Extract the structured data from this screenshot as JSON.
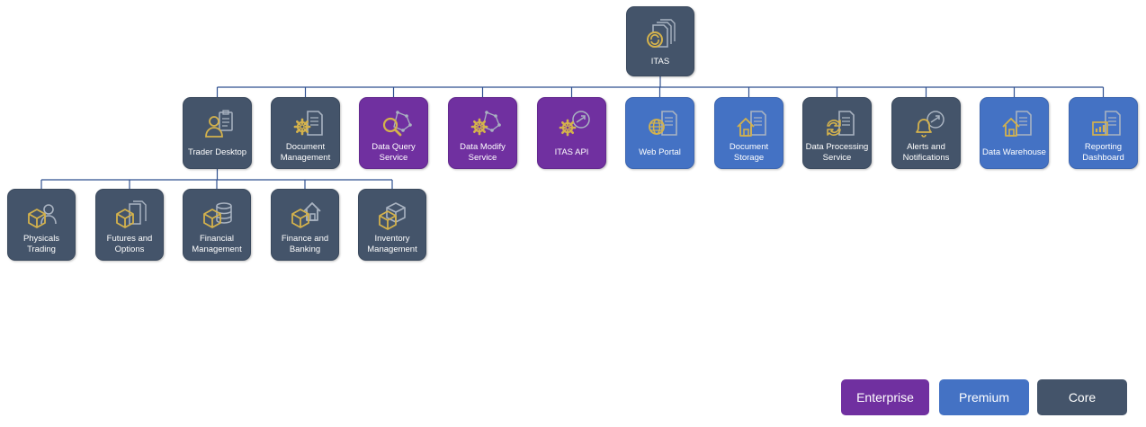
{
  "root": {
    "label": "ITAS",
    "tier": "core",
    "icon": "stacked-documents-icon"
  },
  "services": [
    {
      "id": "trader-desktop",
      "label": "Trader Desktop",
      "tier": "core",
      "icon": "user-clipboard-icon"
    },
    {
      "id": "document-management",
      "label": "Document Management",
      "tier": "core",
      "icon": "gear-document-icon"
    },
    {
      "id": "data-query-service",
      "label": "Data Query Service",
      "tier": "enterprise",
      "icon": "magnifier-network-icon"
    },
    {
      "id": "data-modify-service",
      "label": "Data Modify Service",
      "tier": "enterprise",
      "icon": "gear-network-icon"
    },
    {
      "id": "itas-api",
      "label": "ITAS API",
      "tier": "enterprise",
      "icon": "gear-arrow-icon"
    },
    {
      "id": "web-portal",
      "label": "Web Portal",
      "tier": "premium",
      "icon": "globe-document-icon"
    },
    {
      "id": "document-storage",
      "label": "Document Storage",
      "tier": "premium",
      "icon": "house-document-icon"
    },
    {
      "id": "data-processing-service",
      "label": "Data Processing Service",
      "tier": "core",
      "icon": "refresh-document-icon"
    },
    {
      "id": "alerts-and-notifications",
      "label": "Alerts and Notifications",
      "tier": "core",
      "icon": "bell-arrow-icon"
    },
    {
      "id": "data-warehouse",
      "label": "Data Warehouse",
      "tier": "premium",
      "icon": "house-document-icon"
    },
    {
      "id": "reporting-dashboard",
      "label": "Reporting Dashboard",
      "tier": "premium",
      "icon": "bar-chart-document-icon"
    }
  ],
  "modules": [
    {
      "id": "physicals-trading",
      "label": "Physicals Trading",
      "tier": "core",
      "icon": "cube-user-icon"
    },
    {
      "id": "futures-and-options",
      "label": "Futures and Options",
      "tier": "core",
      "icon": "cube-document-icon"
    },
    {
      "id": "financial-management",
      "label": "Financial Management",
      "tier": "core",
      "icon": "cube-database-icon"
    },
    {
      "id": "finance-and-banking",
      "label": "Finance and Banking",
      "tier": "core",
      "icon": "cube-house-icon"
    },
    {
      "id": "inventory-management",
      "label": "Inventory Management",
      "tier": "core",
      "icon": "stacked-boxes-icon"
    }
  ],
  "legend": [
    {
      "label": "Enterprise",
      "tier": "enterprise"
    },
    {
      "label": "Premium",
      "tier": "premium"
    },
    {
      "label": "Core",
      "tier": "core"
    }
  ],
  "colors": {
    "core": "#44546a",
    "premium": "#4472c4",
    "enterprise": "#7030a0",
    "icon_gold": "#d4b24c",
    "icon_grey": "#a9b3c1",
    "connector": "#2e4f8f"
  }
}
